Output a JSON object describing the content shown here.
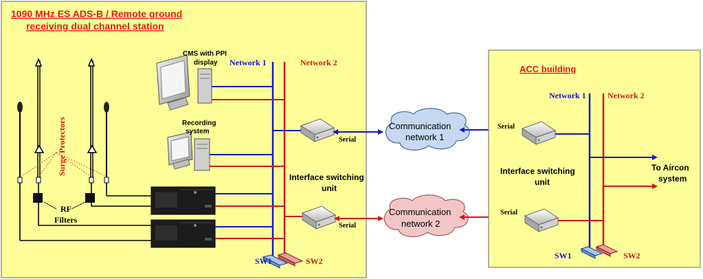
{
  "remote_station": {
    "title_line1": "1090 MHz ES ADS-B / Remote ground",
    "title_line2": "receiving dual channel station",
    "cms_line1": "CMS with PPI",
    "cms_line2": "display",
    "recording_line1": "Recording",
    "recording_line2": "system",
    "network1": "Network 1",
    "network2": "Network 2",
    "isu_line1": "Interface switching",
    "isu_line2": "unit",
    "serial_top": "Serial",
    "serial_bottom": "Serial",
    "sw1": "SW1",
    "sw2": "SW2",
    "surge": "Surge Protectors",
    "rf_line1": "RF",
    "rf_line2": "Filters"
  },
  "clouds": {
    "cloud1_line1": "Communication",
    "cloud1_line2": "network 1",
    "cloud2_line1": "Communication",
    "cloud2_line2": "network 2"
  },
  "acc_building": {
    "title": "ACC building",
    "network1": "Network 1",
    "network2": "Network 2",
    "serial_top": "Serial",
    "serial_bottom": "Serial",
    "isu_line1": "Interface switching",
    "isu_line2": "unit",
    "aircon_line1": "To Aircon",
    "aircon_line2": "system",
    "sw1": "SW1",
    "sw2": "SW2"
  },
  "colors": {
    "panel_fill": "#ffff99",
    "network1": "#1515d6",
    "network2": "#d61515",
    "cloud1": "#c6d9f1",
    "cloud2": "#f2c6c6"
  }
}
